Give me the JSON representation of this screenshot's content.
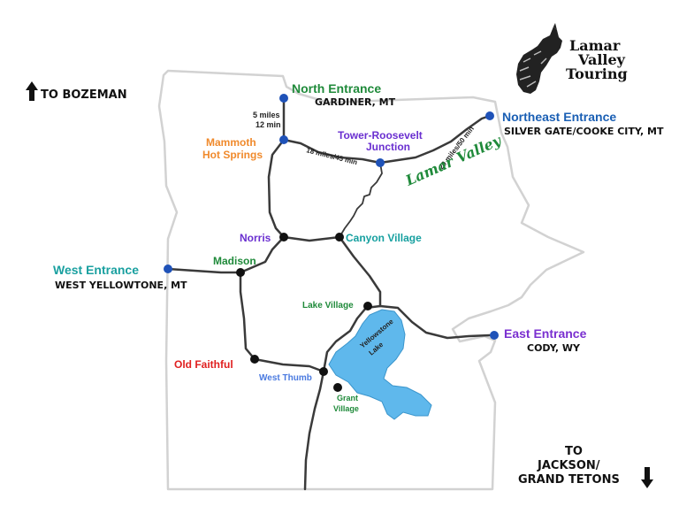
{
  "directions": {
    "north": "TO BOZEMAN",
    "south_line1": "TO",
    "south_line2": "JACKSON/",
    "south_line3": "GRAND TETONS"
  },
  "logo": {
    "line1": "Lamar",
    "line2": "Valley",
    "line3": "Touring",
    "icon": "howling-wolf-icon"
  },
  "entrances": {
    "north": {
      "name": "North Entrance",
      "town": "GARDINER, MT",
      "color": "#1f8a3a"
    },
    "northeast": {
      "name": "Northeast Entrance",
      "town": "SILVER GATE/COOKE CITY, MT",
      "color": "#1a5fb4"
    },
    "west": {
      "name": "West Entrance",
      "town": "WEST YELLOWTONE, MT",
      "color": "#1aa0a0"
    },
    "east": {
      "name": "East Entrance",
      "town": "CODY, WY",
      "color": "#7a2fd0"
    }
  },
  "places": {
    "mammoth_line1": "Mammoth",
    "mammoth_line2": "Hot Springs",
    "tower_line1": "Tower-Roosevelt",
    "tower_line2": "Junction",
    "norris": "Norris",
    "canyon": "Canyon Village",
    "madison": "Madison",
    "lake_village": "Lake Village",
    "old_faithful": "Old Faithful",
    "west_thumb": "West Thumb",
    "grant_line1": "Grant",
    "grant_line2": "Village",
    "lake_line1": "Yellowstone",
    "lake_line2": "Lake",
    "lamar_valley": "Lamar Valley"
  },
  "distances": {
    "gardiner_mammoth_line1": "5 miles",
    "gardiner_mammoth_line2": "12 min",
    "mammoth_tower": "18 miles/45 min",
    "tower_northeast": "29 miles/50 min"
  },
  "colors": {
    "road": "#3a3a3a",
    "lake": "#5fb8ec",
    "entrance_dot": "#1f52b8",
    "junction_dot": "#111111",
    "mammoth": "#f08a2c",
    "tower": "#6a2fd0",
    "norris": "#6a2fd0",
    "canyon": "#17a0a0",
    "madison": "#1f8a3a",
    "lake_village": "#1f8a3a",
    "old_faithful": "#e02020",
    "west_thumb": "#4a7ae0",
    "grant": "#1f8a3a",
    "lamar": "#1f8a3a"
  }
}
